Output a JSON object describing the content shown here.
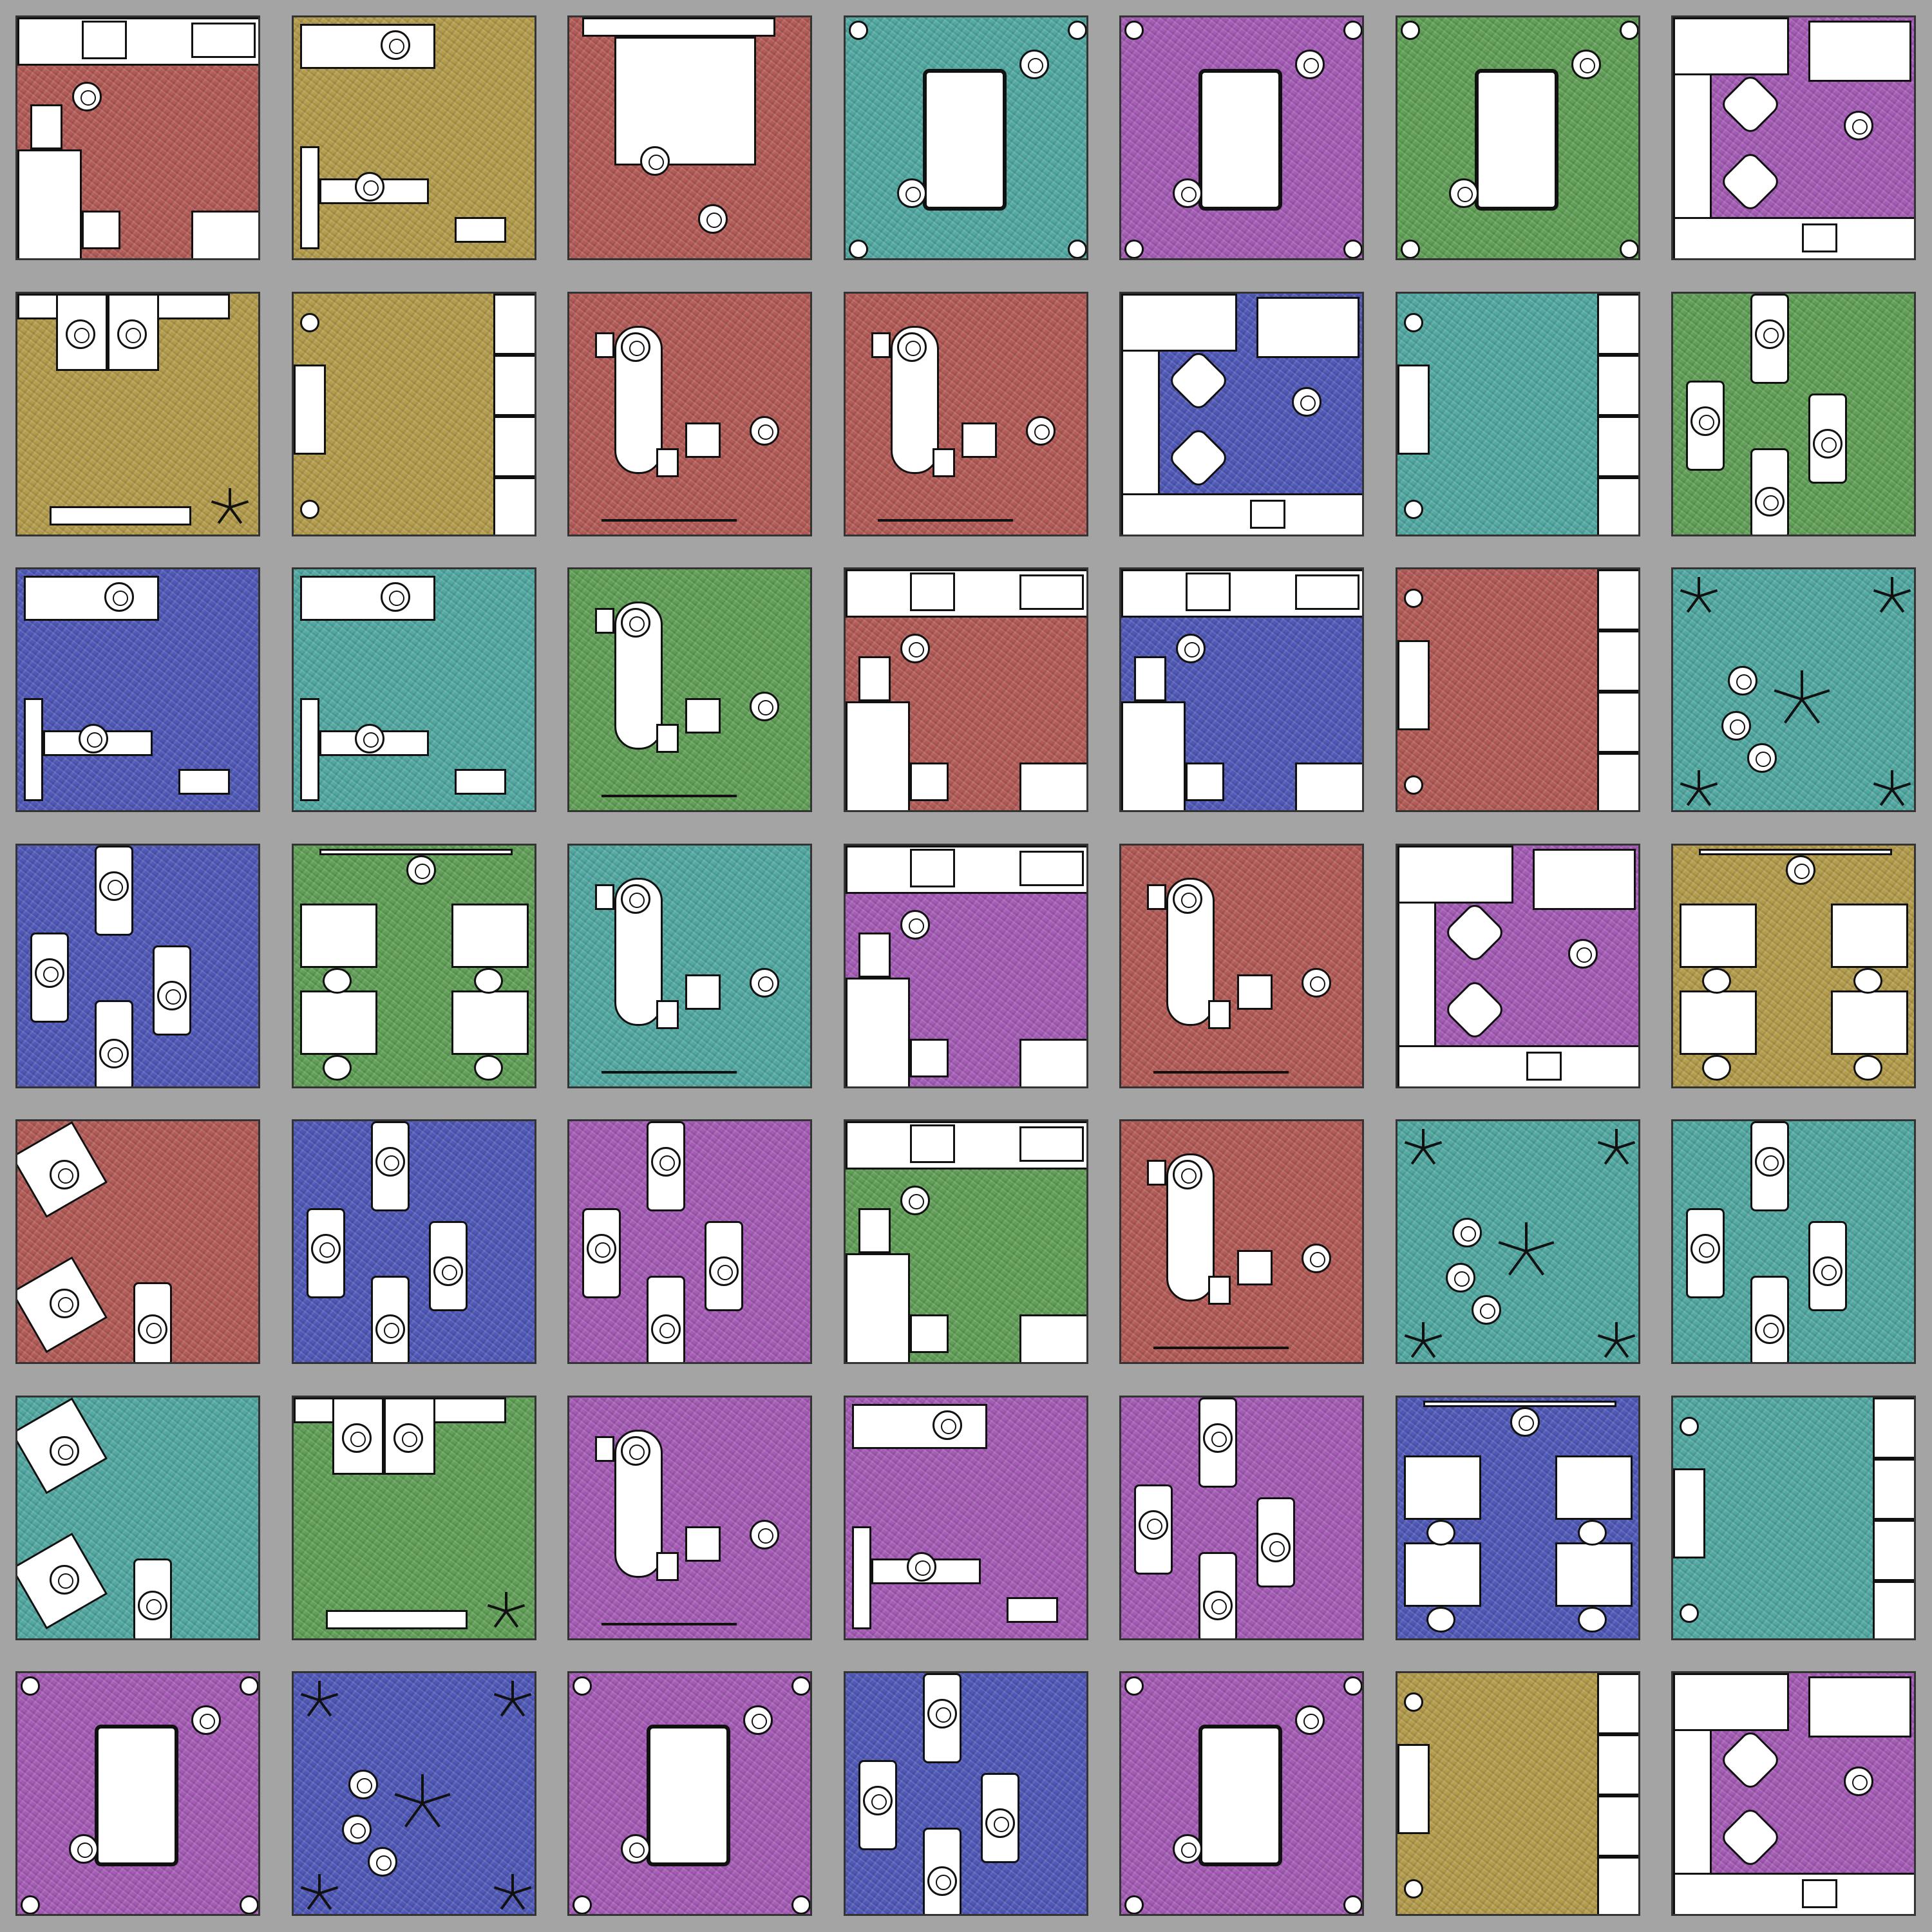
{
  "colors": {
    "red": "#b35b57",
    "olive": "#b39c4c",
    "teal": "#52a9a2",
    "purple": "#a55cb6",
    "green": "#62a058",
    "blue": "#5059b8"
  },
  "rooms": [
    [
      {
        "furniture": "kitchen",
        "color": "red"
      },
      {
        "furniture": "gym",
        "color": "olive"
      },
      {
        "furniture": "bedroom",
        "color": "red"
      },
      {
        "furniture": "pool-table",
        "color": "teal"
      },
      {
        "furniture": "pool-table",
        "color": "purple"
      },
      {
        "furniture": "pool-table",
        "color": "green"
      },
      {
        "furniture": "office",
        "color": "purple"
      }
    ],
    [
      {
        "furniture": "sofa-tv",
        "color": "olive"
      },
      {
        "furniture": "shelves",
        "color": "olive"
      },
      {
        "furniture": "dentist",
        "color": "red"
      },
      {
        "furniture": "dentist",
        "color": "red"
      },
      {
        "furniture": "office",
        "color": "blue"
      },
      {
        "furniture": "shelves",
        "color": "teal"
      },
      {
        "furniture": "bikes",
        "color": "green"
      }
    ],
    [
      {
        "furniture": "gym",
        "color": "blue"
      },
      {
        "furniture": "gym",
        "color": "teal"
      },
      {
        "furniture": "dentist",
        "color": "green"
      },
      {
        "furniture": "kitchen",
        "color": "red"
      },
      {
        "furniture": "kitchen",
        "color": "blue"
      },
      {
        "furniture": "shelves",
        "color": "red"
      },
      {
        "furniture": "dance",
        "color": "teal"
      }
    ],
    [
      {
        "furniture": "bikes",
        "color": "blue"
      },
      {
        "furniture": "desks",
        "color": "green"
      },
      {
        "furniture": "dentist",
        "color": "teal"
      },
      {
        "furniture": "kitchen",
        "color": "purple"
      },
      {
        "furniture": "dentist",
        "color": "red"
      },
      {
        "furniture": "office",
        "color": "purple"
      },
      {
        "furniture": "desks",
        "color": "olive"
      }
    ],
    [
      {
        "furniture": "lounge",
        "color": "red"
      },
      {
        "furniture": "bikes",
        "color": "blue"
      },
      {
        "furniture": "bikes",
        "color": "purple"
      },
      {
        "furniture": "kitchen",
        "color": "green"
      },
      {
        "furniture": "dentist",
        "color": "red"
      },
      {
        "furniture": "dance",
        "color": "teal"
      },
      {
        "furniture": "bikes",
        "color": "teal"
      }
    ],
    [
      {
        "furniture": "lounge",
        "color": "teal"
      },
      {
        "furniture": "sofa-tv",
        "color": "green"
      },
      {
        "furniture": "dentist",
        "color": "purple"
      },
      {
        "furniture": "gym",
        "color": "purple"
      },
      {
        "furniture": "bikes",
        "color": "purple"
      },
      {
        "furniture": "desks",
        "color": "blue"
      },
      {
        "furniture": "shelves",
        "color": "teal"
      }
    ],
    [
      {
        "furniture": "pool-table",
        "color": "purple"
      },
      {
        "furniture": "dance",
        "color": "blue"
      },
      {
        "furniture": "pool-table",
        "color": "purple"
      },
      {
        "furniture": "bikes",
        "color": "blue"
      },
      {
        "furniture": "pool-table",
        "color": "purple"
      },
      {
        "furniture": "shelves",
        "color": "olive"
      },
      {
        "furniture": "office",
        "color": "purple"
      }
    ]
  ]
}
